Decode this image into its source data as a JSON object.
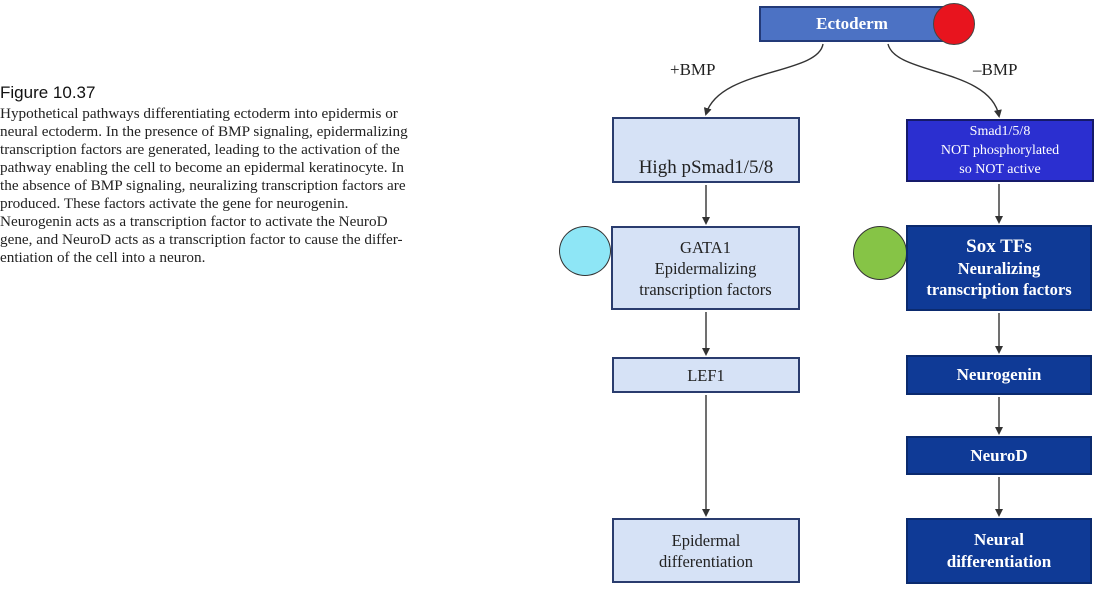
{
  "caption": {
    "figure_label": "Figure 10.37",
    "lines": [
      "Hypothetical pathways differentiating ectoderm into epidermis or",
      "neural ectoderm. In the presence of BMP signaling, epidermalizing",
      "transcription factors are generated, leading to the activation of the",
      "pathway enabling the cell to become an epidermal keratinocyte. In",
      "the absence of BMP signaling, neuralizing transcription factors are",
      "produced. These factors activate the gene for neurogenin.",
      "Neurogenin acts as a transcription factor to activate the NeuroD",
      "gene, and NeuroD acts as a transcription factor to cause the differ-",
      "entiation of the cell into a neuron."
    ]
  },
  "diagram": {
    "root": "Ectoderm",
    "branch_labels": {
      "plus": "+BMP",
      "minus": "–BMP"
    },
    "left_path": {
      "high_psmad": "High pSmad1/5/8",
      "gata": [
        "GATA1",
        "Epidermalizing",
        "transcription factors"
      ],
      "lef": "LEF1",
      "result": [
        "Epidermal",
        "differentiation"
      ]
    },
    "right_path": {
      "smad": [
        "Smad1/5/8",
        "NOT phosphorylated",
        "so NOT active"
      ],
      "sox_title": "Sox TFs",
      "sox_sub": [
        "Neuralizing",
        "transcription factors"
      ],
      "neurogenin": "Neurogenin",
      "neurod": "NeuroD",
      "result": [
        "Neural",
        "differentiation"
      ]
    },
    "colors": {
      "root_fill": "#4c72c4",
      "light_box_fill": "#d6e2f6",
      "dark_box_fill": "#0f3a96",
      "smad_box_fill": "#2b2fd0",
      "red_marker": "#e8141e",
      "cyan_marker": "#8ee6f6",
      "green_marker": "#86c446"
    }
  }
}
